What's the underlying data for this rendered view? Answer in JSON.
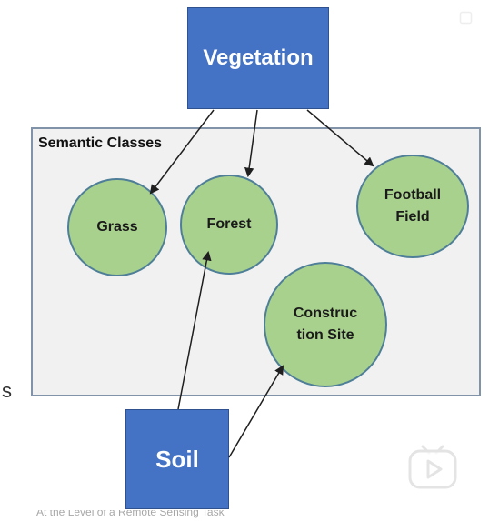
{
  "diagram": {
    "group_label": "Semantic Classes",
    "nodes": {
      "vegetation": "Vegetation",
      "soil": "Soil",
      "grass": "Grass",
      "forest": "Forest",
      "football_field": "Football\nField",
      "construction_site": "Construc\ntion Site"
    }
  },
  "overlay": {
    "left_edge_text": "s",
    "bottom_caption": "At the Level of a Remote Sensing Task"
  },
  "icons": {
    "top_right": "square-icon",
    "bottom_right": "tv-play-icon"
  },
  "colors": {
    "vegetation": "#4472c4",
    "soil": "#4472c4",
    "circles": "#a9d18e",
    "box": "#f1f1f1"
  }
}
